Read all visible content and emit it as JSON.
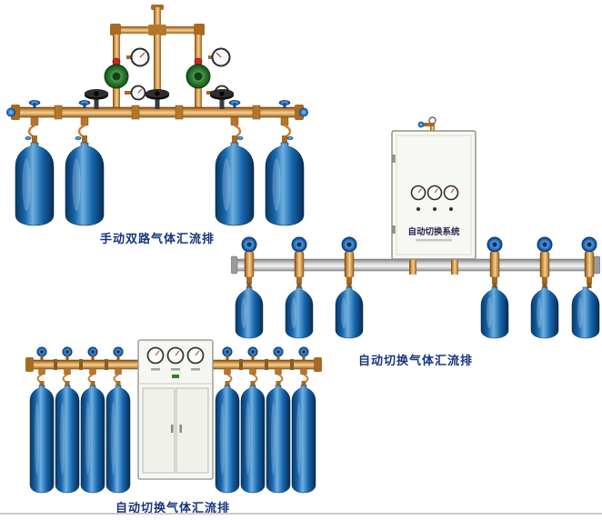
{
  "page": {
    "background": "#ffffff",
    "divider_color": "#cbcbcb"
  },
  "products": {
    "manual_dual": {
      "caption": "手动双路气体汇流排"
    },
    "auto_switch_right": {
      "caption": "自动切换气体汇流排"
    },
    "auto_switch_bottom": {
      "caption": "自动切换气体汇流排"
    }
  },
  "cabinet": {
    "panel_title": "自动切换系统"
  },
  "colors": {
    "caption_text": "#17357e",
    "brass_pipe": "#c98a3b",
    "cylinder_blue": "#1f6cb5",
    "valve_knob_blue": "#2f7fd1",
    "cabinet_body": "#f6f6f2",
    "aluminum_pipe": "#cfcfcf"
  }
}
